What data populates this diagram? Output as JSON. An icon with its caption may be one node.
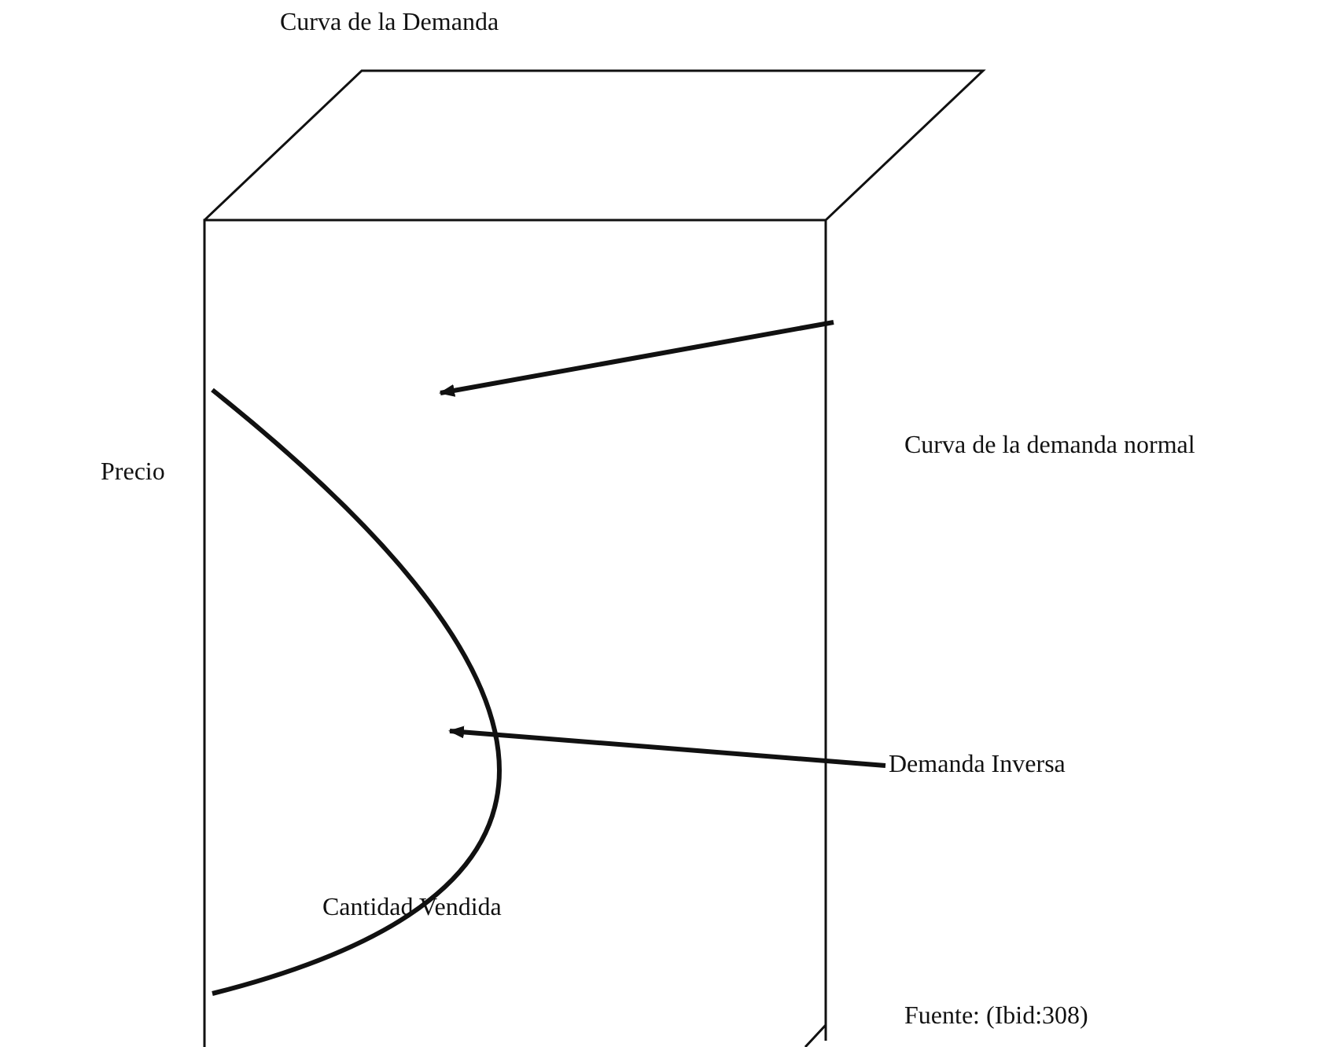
{
  "diagram": {
    "title": "Curva de la Demanda",
    "caption": "Fuente: (Ibid:308)",
    "nodes": [
      {
        "text": [
          "Demanda Inversa"
        ]
      },
      {
        "text": [],
        "shape": "curve"
      }
    ],
    "edges": [
      {
        "from": 0,
        "to": 1,
        "arrow": "to"
      }
    ],
    "labels": [
      "Precio",
      "Curva de la demanda normal",
      "Cantidad Vendida"
    ]
  }
}
